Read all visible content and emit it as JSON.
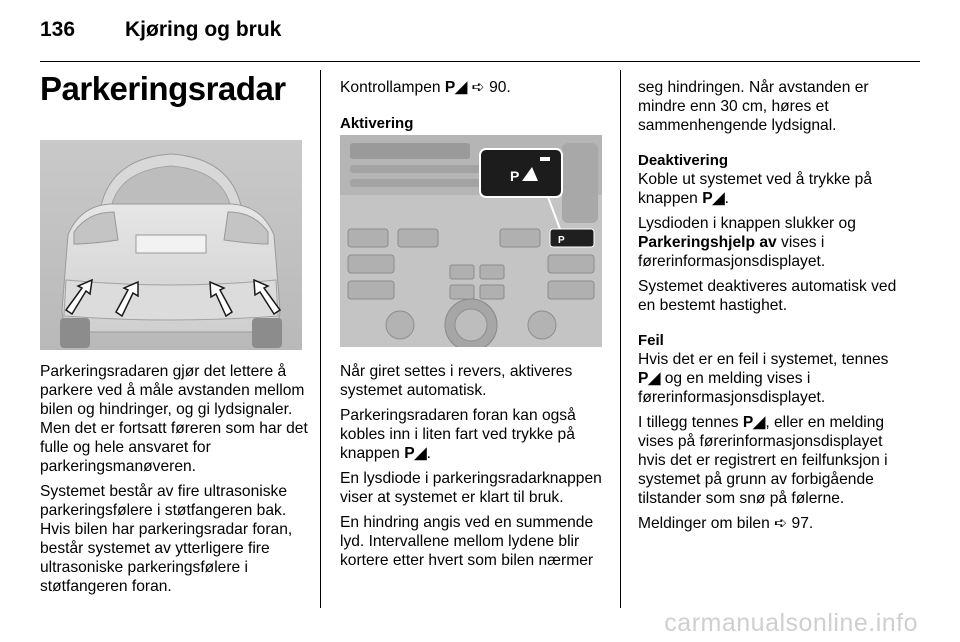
{
  "header": {
    "page_number": "136",
    "section_title": "Kjøring og bruk"
  },
  "heading": "Parkeringsradar",
  "col1": {
    "p1": "Parkeringsradaren gjør det lettere å parkere ved å måle avstanden mellom bilen og hindringer, og gi lydsignaler. Men det er fortsatt føreren som har det fulle og hele ansvaret for parkeringsmanøveren.",
    "p2": "Systemet består av fire ultrasoniske parkeringsfølere i støtfangeren bak. Hvis bilen har parkeringsradar foran, består systemet av ytterligere fire ultrasoniske parkeringsfølere i støtfangeren foran."
  },
  "col2": {
    "lamp_text": "Kontrollampen",
    "lamp_ref": "90.",
    "sub_activation": "Aktivering",
    "p1": "Når giret settes i revers, aktiveres systemet automatisk.",
    "p2a": "Parkeringsradaren foran kan også kobles inn i liten fart ved trykke på knappen",
    "p3": "En lysdiode i parkeringsradarknappen viser at systemet er klart til bruk.",
    "p4": "En hindring angis ved en summende lyd. Intervallene mellom lydene blir kortere etter hvert som bilen nærmer"
  },
  "col3": {
    "p1": "seg hindringen. Når avstanden er mindre enn 30 cm, høres et sammenhengende lydsignal.",
    "sub_deact": "Deaktivering",
    "p2": "Koble ut systemet ved å trykke på knappen",
    "p3a": "Lysdioden i knappen slukker og",
    "p3b": "Parkeringshjelp av",
    "p3c": "vises i førerinformasjonsdisplayet.",
    "p4": "Systemet deaktiveres automatisk ved en bestemt hastighet.",
    "sub_feil": "Feil",
    "p5a": "Hvis det er en feil i systemet, tennes",
    "p5b": "og en melding vises i førerinformasjonsdisplayet.",
    "p6a": "I tillegg tennes",
    "p6b": ", eller en melding vises på førerinformasjonsdisplayet hvis det er registrert en feilfunksjon i systemet på grunn av forbigående tilstander som snø på følerne.",
    "p7a": "Meldinger om bilen",
    "p7b": "97."
  },
  "icons": {
    "parking_symbol": "P◢",
    "ref_arrow": "➪"
  },
  "footer": "carmanualsonline.info"
}
